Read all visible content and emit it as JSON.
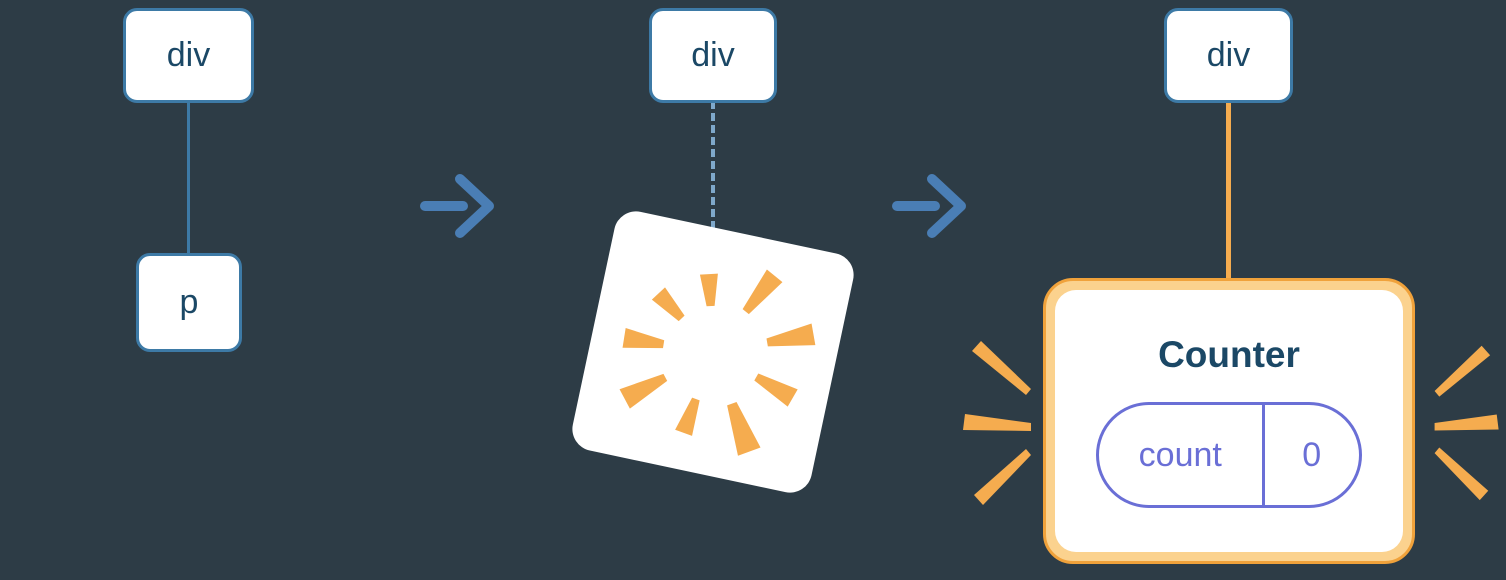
{
  "diagram": {
    "stages": {
      "initial": {
        "parent_label": "div",
        "child_label": "p"
      },
      "deleted": {
        "parent_label": "div"
      },
      "recreated": {
        "parent_label": "div",
        "component": {
          "title": "Counter",
          "state_key": "count",
          "state_value": "0"
        }
      }
    },
    "icons": [
      "arrow-right-icon",
      "burst-icon",
      "sparkle-icon"
    ],
    "colors": {
      "background": "#2d3c46",
      "node_border": "#3d7aa6",
      "node_text": "#1b4866",
      "arrow_blue": "#4a7eb5",
      "dashed_edge": "#7fa9cb",
      "orange": "#f5ac4f",
      "orange_border": "#f0a23b",
      "orange_band": "#fbd28e",
      "state_purple": "#6a6fd6"
    }
  }
}
